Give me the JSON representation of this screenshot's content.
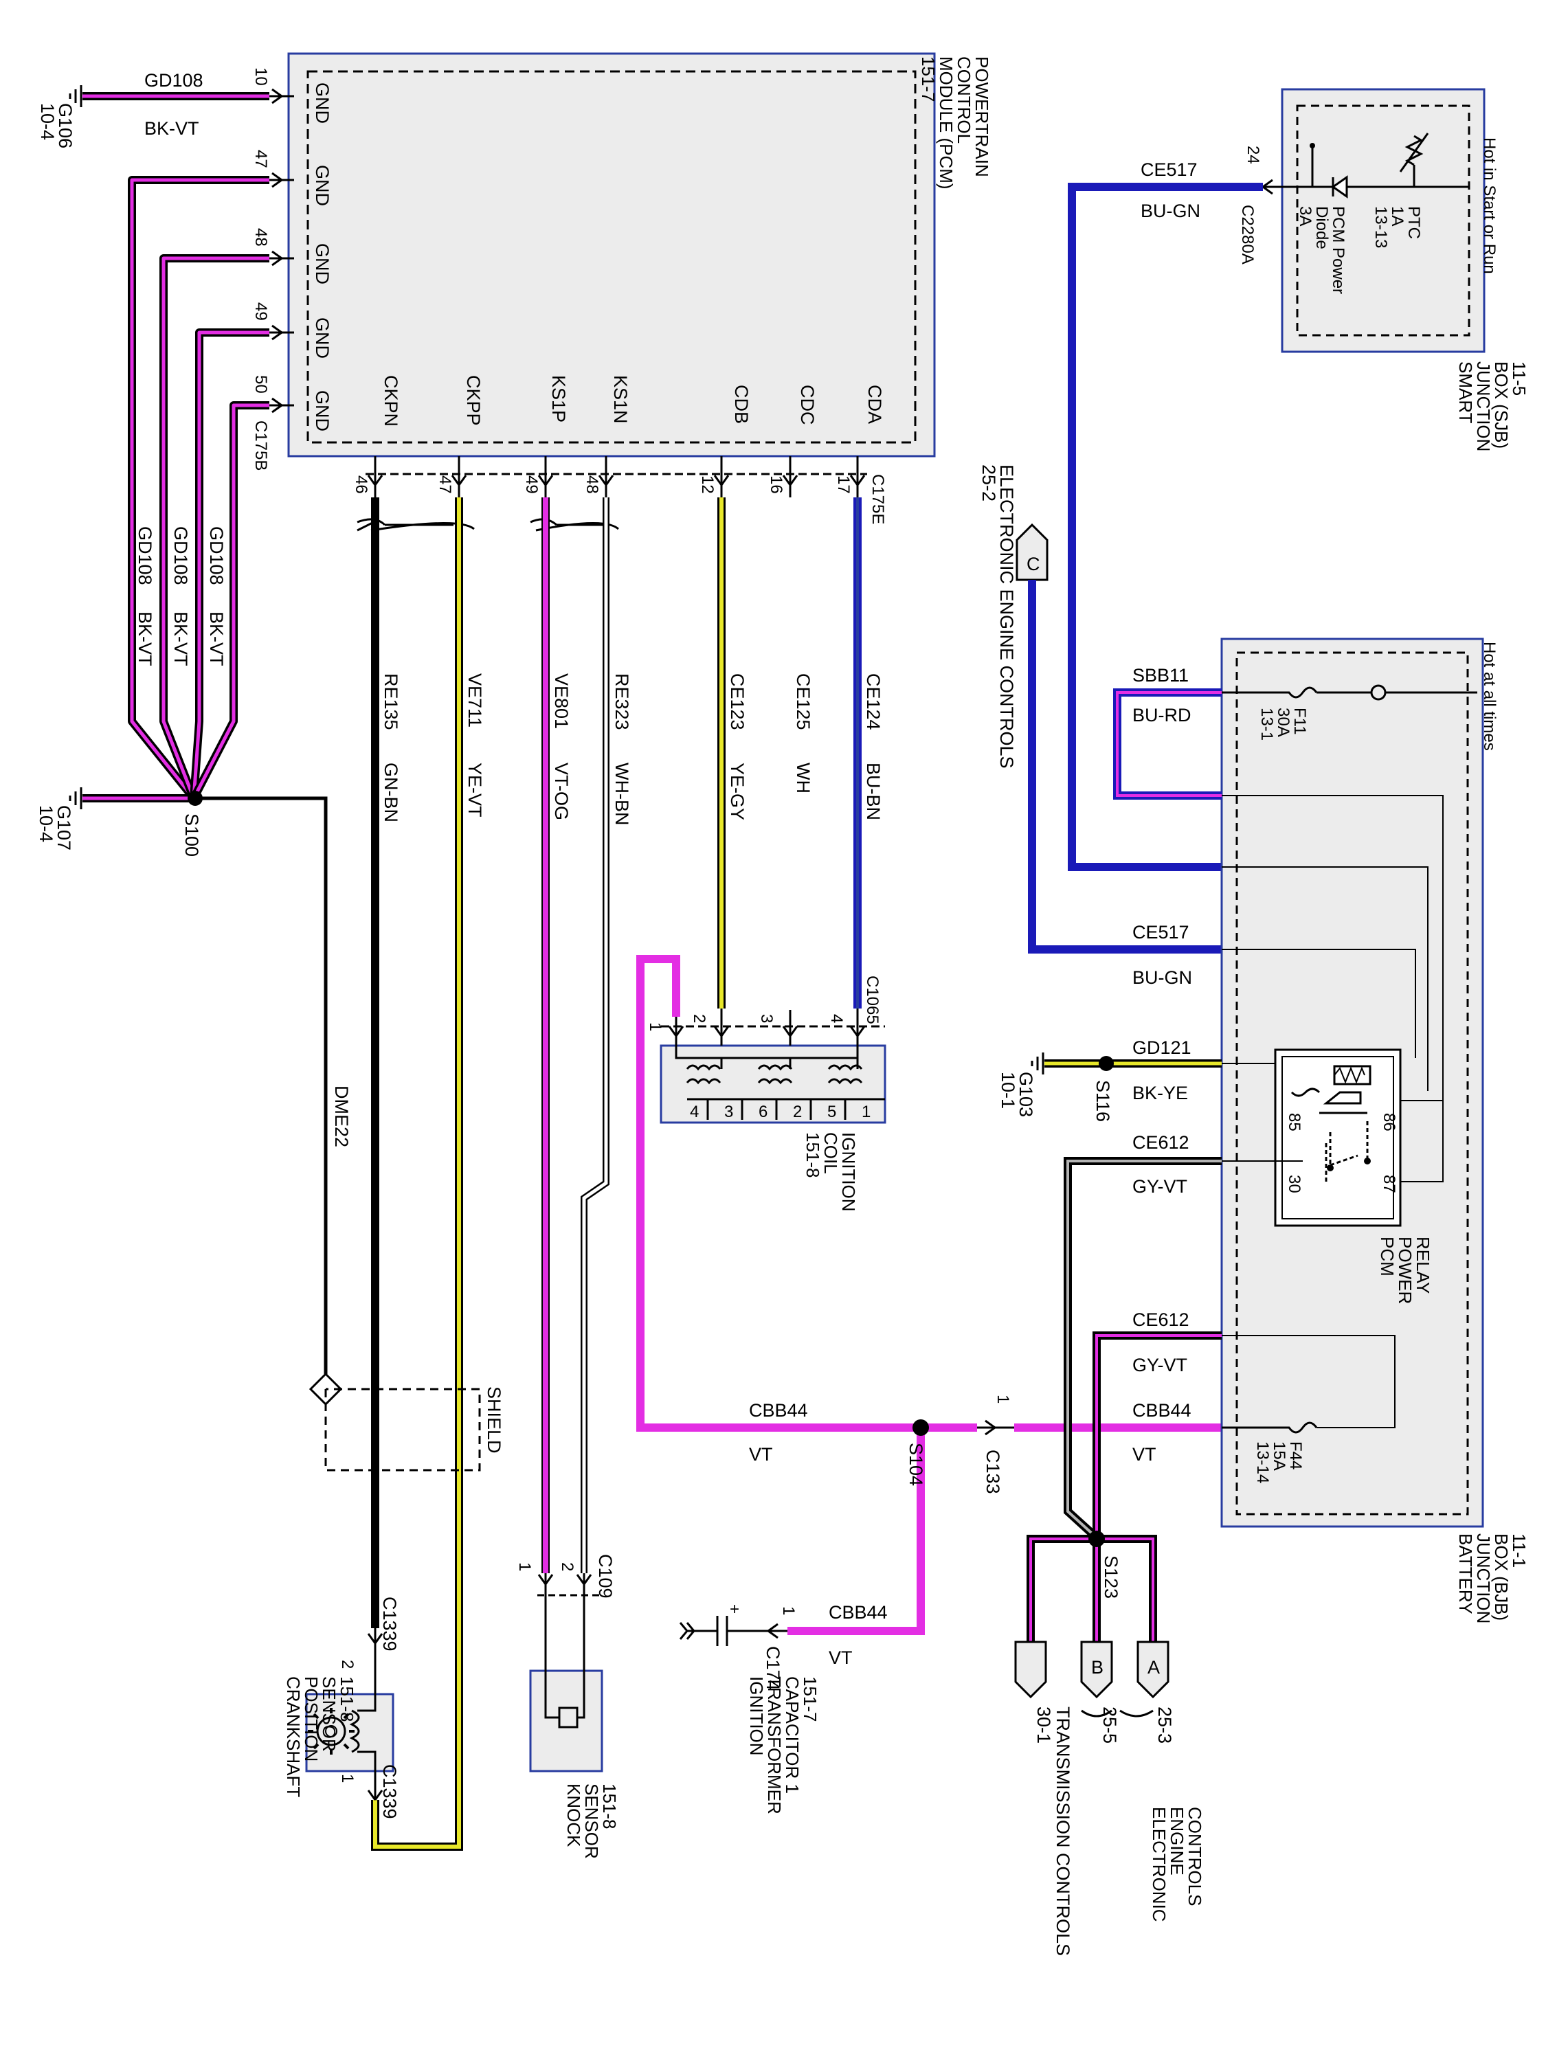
{
  "colors": {
    "violet": "#e32ee3",
    "black": "#000000",
    "blue": "#1a1ab8",
    "yellow": "#e8e82a",
    "gray": "#b4b4b4",
    "box_fill": "#ececec",
    "box_border": "#283ca0"
  },
  "pcm": {
    "title": [
      "POWERTRAIN",
      "CONTROL",
      "MODULE (PCM)",
      "151-7"
    ],
    "gnd_pins": [
      {
        "pin": "10",
        "label": "GND"
      },
      {
        "pin": "47",
        "label": "GND"
      },
      {
        "pin": "48",
        "label": "GND"
      },
      {
        "pin": "49",
        "label": "GND"
      },
      {
        "pin": "50",
        "label": "GND"
      }
    ],
    "gnd_connector": "C175B",
    "bottom_pins": [
      {
        "pin": "46",
        "label": "CKPN"
      },
      {
        "pin": "47",
        "label": "CKPP"
      },
      {
        "pin": "49",
        "label": "KS1P"
      },
      {
        "pin": "48",
        "label": "KS1N"
      },
      {
        "pin": "12",
        "label": "CDB"
      },
      {
        "pin": "16",
        "label": "CDC"
      },
      {
        "pin": "17",
        "label": "CDA"
      }
    ],
    "bottom_connector": "C175E"
  },
  "grounds": {
    "g106": {
      "name": "G106",
      "ref": "10-4",
      "circuit": "GD108",
      "color": "BK-VT"
    },
    "g107": {
      "name": "G107",
      "ref": "10-4",
      "splice": "S100"
    },
    "gd_labels": [
      {
        "circuit": "GD108",
        "color": "BK-VT"
      },
      {
        "circuit": "GD108",
        "color": "BK-VT"
      },
      {
        "circuit": "GD108",
        "color": "BK-VT"
      }
    ],
    "dme": "DME22"
  },
  "wires": [
    {
      "circuit": "RE135",
      "color": "GN-BN"
    },
    {
      "circuit": "VE711",
      "color": "YE-VT"
    },
    {
      "circuit": "VE801",
      "color": "VT-OG"
    },
    {
      "circuit": "RE323",
      "color": "WH-BN"
    },
    {
      "circuit": "CE123",
      "color": "YE-GY"
    },
    {
      "circuit": "CE125",
      "color": "WH"
    },
    {
      "circuit": "CE124",
      "color": "BU-BN"
    }
  ],
  "shield": "SHIELD",
  "ignition_coil": {
    "title": [
      "IGNITION",
      "COIL",
      "151-8"
    ],
    "connector": "C1065",
    "top_pins": [
      "1",
      "2",
      "3",
      "4"
    ],
    "inner_pins": [
      "4",
      "3",
      "6",
      "2",
      "5",
      "1"
    ]
  },
  "crank_sensor": {
    "title": [
      "CRANKSHAFT",
      "POSITION",
      "SENSOR",
      "151-8"
    ],
    "connector": "C1339",
    "pins": [
      "2",
      "1"
    ]
  },
  "knock_sensor": {
    "title": [
      "KNOCK",
      "SENSOR",
      "151-8"
    ],
    "connector": "C109",
    "pins": [
      "1",
      "2"
    ]
  },
  "capacitor": {
    "title": [
      "IGNITION",
      "TRANSFORMER",
      "CAPACITOR 1",
      "151-7"
    ],
    "connector": "C174",
    "pin": "1",
    "circuit": "CBB44",
    "color": "VT",
    "plus": "+"
  },
  "cbb44_main": {
    "circuit": "CBB44",
    "color": "VT",
    "splice": "S104",
    "connector": "C133",
    "pin": "1"
  },
  "sjb": {
    "title": [
      "SMART",
      "JUNCTION",
      "BOX (SJB)",
      "11-5"
    ],
    "hot": "Hot in Start or Run",
    "ptc": [
      "PTC",
      "1A",
      "13-13"
    ],
    "diode": [
      "PCM Power",
      "Diode",
      "3A"
    ],
    "pin": "24",
    "connector": "C2280A",
    "circuit": "CE517",
    "color": "BU-GN"
  },
  "eec_ref": {
    "ref": "25-2",
    "label": "ELECTRONIC ENGINE CONTROLS",
    "letter": "C"
  },
  "bjb": {
    "title": [
      "BATTERY",
      "JUNCTION",
      "BOX (BJB)",
      "11-1"
    ],
    "hot": "Hot at all times",
    "f11": [
      "F11",
      "30A",
      "13-1"
    ],
    "f44": [
      "F44",
      "15A",
      "13-14"
    ],
    "sbb11": {
      "circuit": "SBB11",
      "color": "BU-RD"
    },
    "ce517": {
      "circuit": "CE517",
      "color": "BU-GN"
    },
    "gd121": {
      "circuit": "GD121",
      "color": "BK-YE"
    },
    "g103": {
      "name": "G103",
      "ref": "10-1",
      "splice": "S116"
    },
    "ce612a": {
      "circuit": "CE612",
      "color": "GY-VT"
    },
    "ce612b": {
      "circuit": "CE612",
      "color": "GY-VT"
    },
    "cbb44": {
      "circuit": "CBB44",
      "color": "VT"
    },
    "relay": {
      "title": [
        "PCM",
        "POWER",
        "RELAY"
      ],
      "pins": [
        "85",
        "86",
        "30",
        "87"
      ]
    }
  },
  "outputs": {
    "splice": "S123",
    "flags": [
      "A",
      "B"
    ],
    "refs": [
      "25-3",
      "25-5",
      "30-1"
    ],
    "labels": [
      "ELECTRONIC",
      "ENGINE",
      "CONTROLS",
      "TRANSMISSION CONTROLS"
    ]
  }
}
